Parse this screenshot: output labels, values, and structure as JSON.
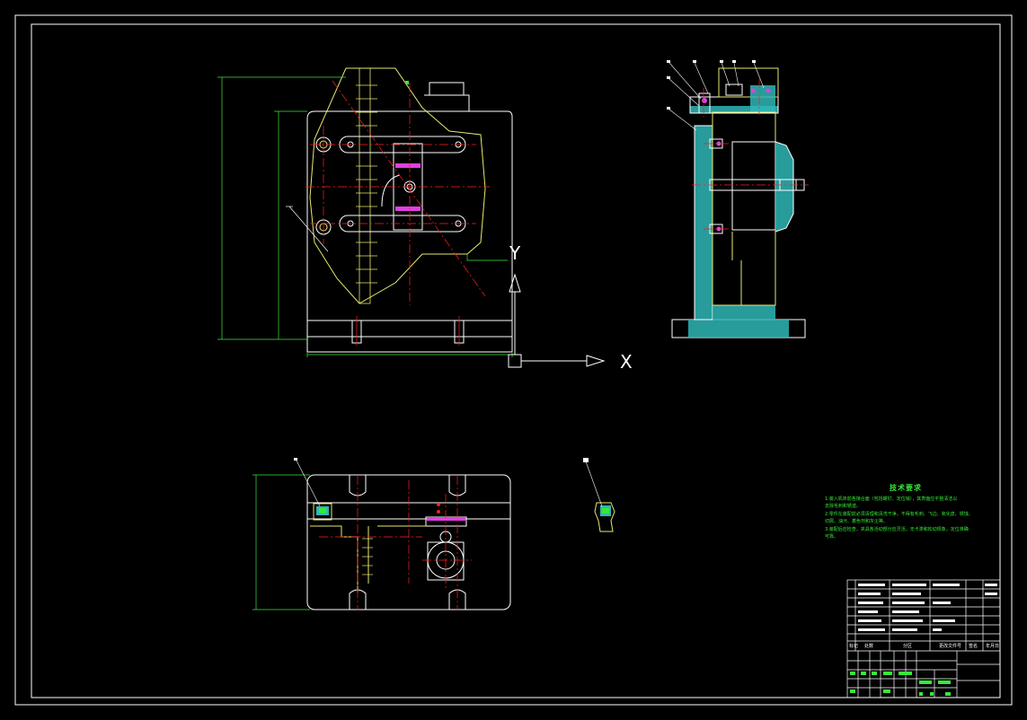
{
  "drawing": {
    "colors": {
      "background": "#000000",
      "frame": "#ffffff",
      "outline": "#ffffff",
      "part": "#e8e870",
      "centerline": "#ff2020",
      "dimension": "#38e838",
      "hatch": "#2fb6b6",
      "highlight": "#e040e0",
      "leader": "#ffffff"
    },
    "ucs": {
      "x_label": "X",
      "y_label": "Y"
    },
    "technical_requirements": {
      "title": "技术要求",
      "lines": [
        "1.装入机床前各接合面（包括螺钉、定位销），其表面应平整清洁以",
        "去除毛刺和锈迹。",
        "2.零件在装配前必须清理和清洗干净，不得有毛刺、飞边、氧化皮、锈蚀、",
        "切屑、油污、着色剂和灰尘等。",
        "3.装配后应检查，夹具各活动部分应灵活，无卡滞和松动现象，定位准确",
        "可靠。"
      ]
    },
    "title_block": {
      "header_labels": [
        "标记",
        "处数",
        "分区",
        "更改文件号",
        "签名",
        "年月日"
      ]
    }
  }
}
